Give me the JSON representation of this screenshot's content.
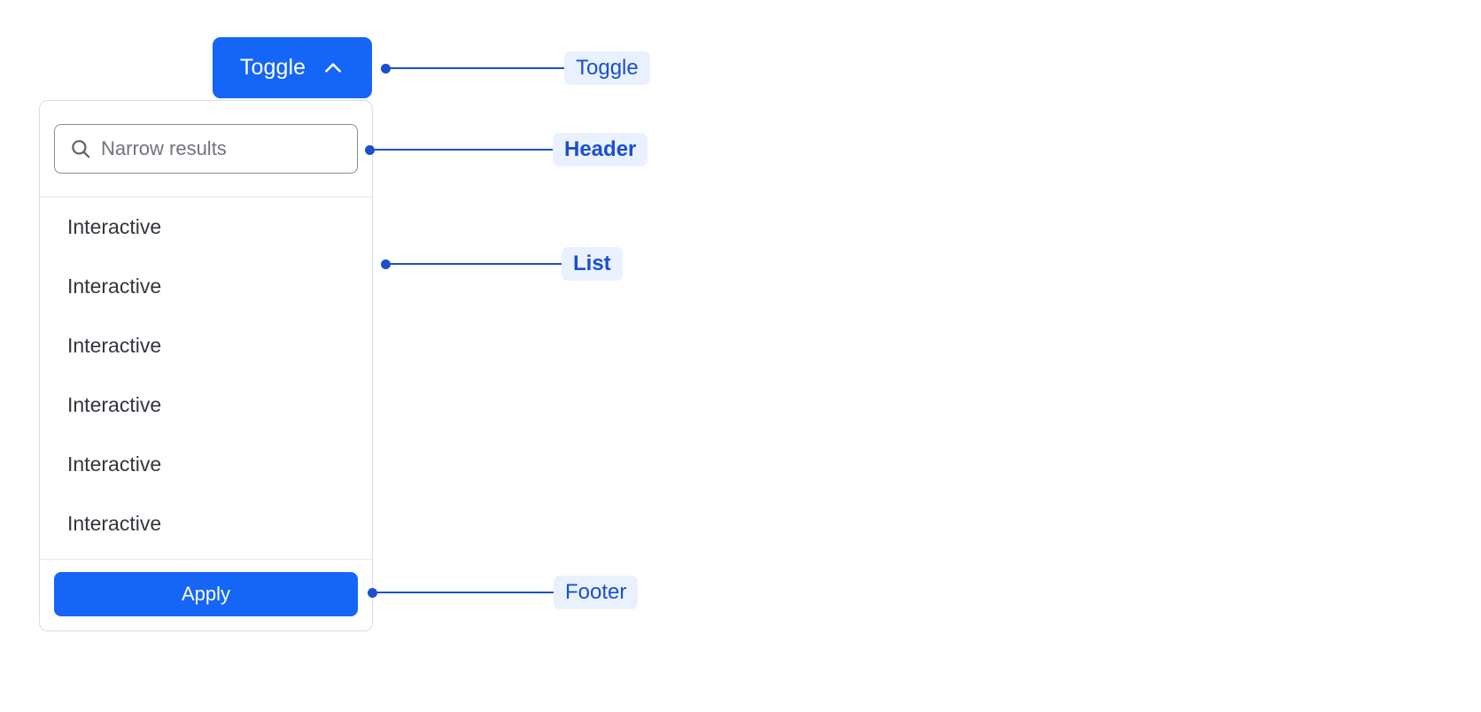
{
  "toggle": {
    "label": "Toggle",
    "icon": "chevron-up-icon",
    "expanded": true,
    "background_color": "#1565f7",
    "text_color": "#ffffff"
  },
  "dropdown": {
    "header": {
      "search": {
        "icon": "search-icon",
        "placeholder": "Narrow results",
        "value": ""
      }
    },
    "list": {
      "items": [
        {
          "label": "Interactive"
        },
        {
          "label": "Interactive"
        },
        {
          "label": "Interactive"
        },
        {
          "label": "Interactive"
        },
        {
          "label": "Interactive"
        },
        {
          "label": "Interactive"
        }
      ]
    },
    "footer": {
      "apply_label": "Apply",
      "apply_background_color": "#1565f7"
    },
    "border_color": "#d9dce1",
    "divider_color": "#e6e8eb"
  },
  "annotations": {
    "accent_color": "#1a4fd0",
    "badge_background": "#eaf1fe",
    "items": [
      {
        "label": "Toggle",
        "bold": false
      },
      {
        "label": "Header",
        "bold": true
      },
      {
        "label": "List",
        "bold": true
      },
      {
        "label": "Footer",
        "bold": false
      }
    ]
  }
}
